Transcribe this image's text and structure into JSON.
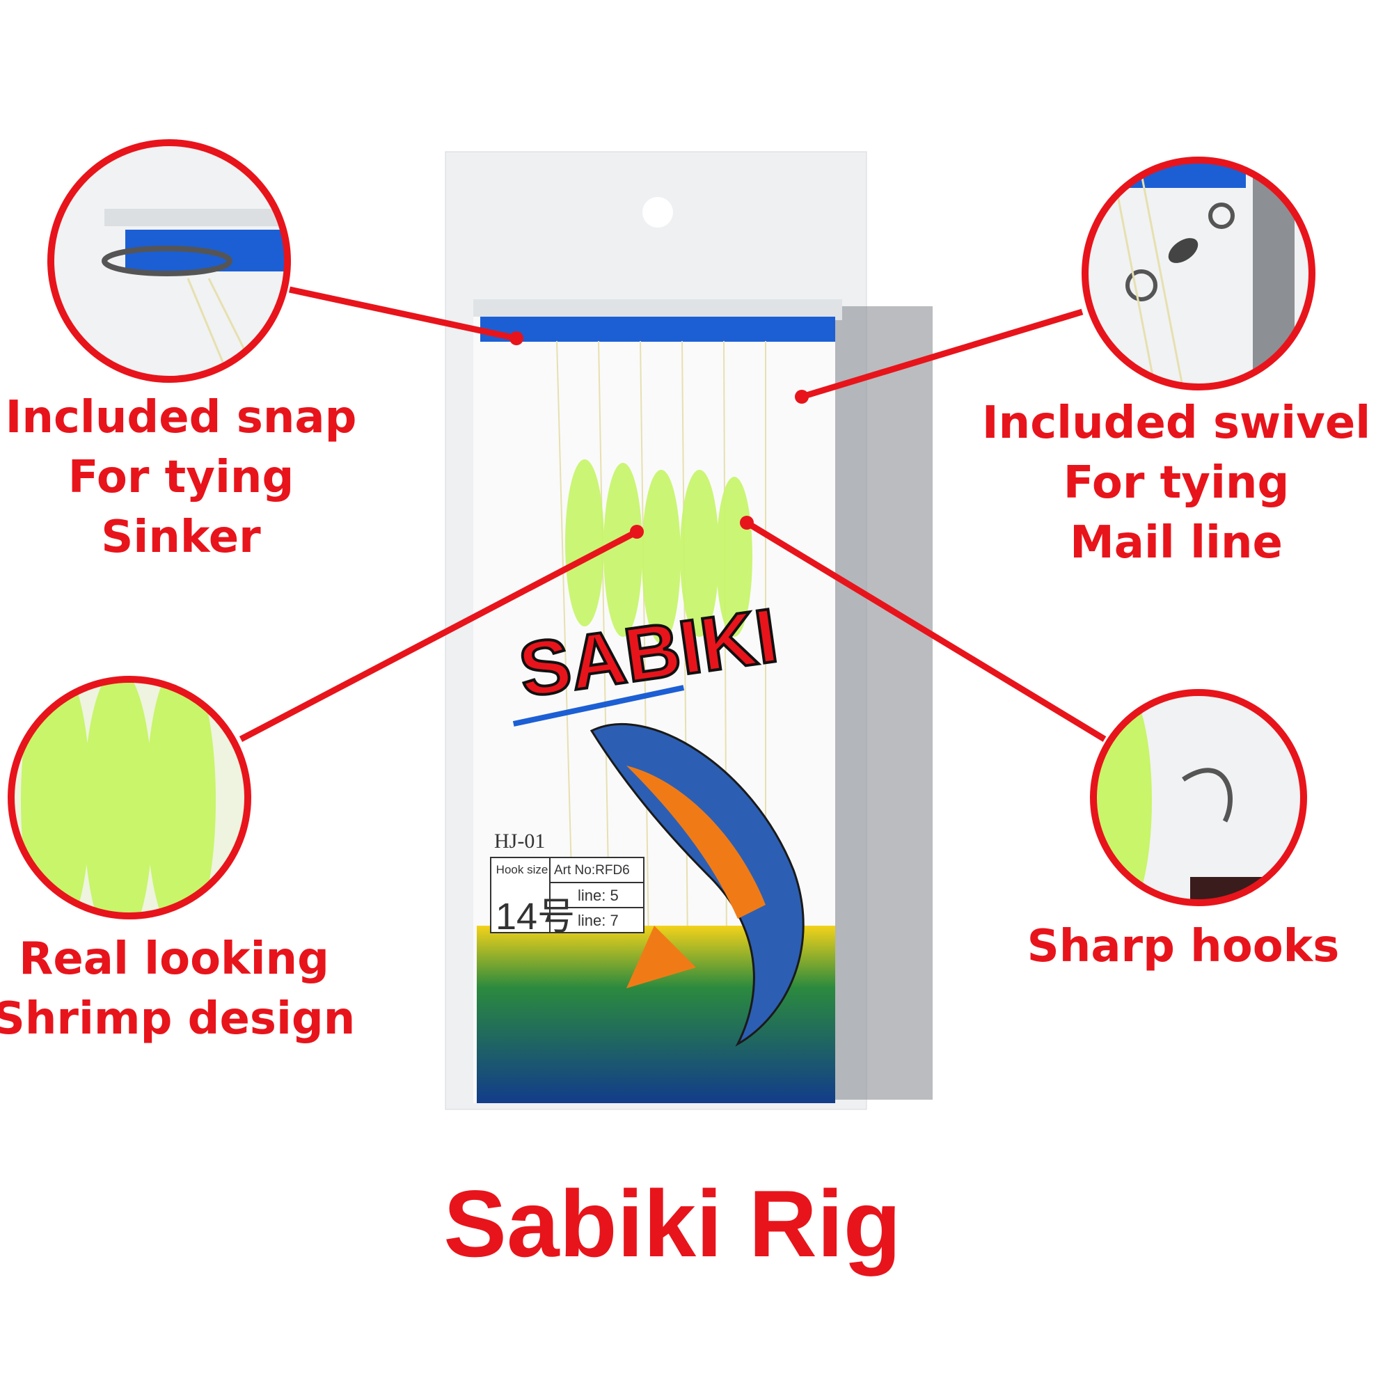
{
  "title": "Sabiki Rig",
  "callouts": [
    {
      "id": "snap",
      "lines": [
        "Included snap",
        "For tying",
        "Sinker"
      ]
    },
    {
      "id": "swivel",
      "lines": [
        "Included swivel",
        "For tying",
        "Mail line"
      ]
    },
    {
      "id": "shrimp",
      "lines": [
        "Real looking",
        "Shrimp design"
      ]
    },
    {
      "id": "hooks",
      "lines": [
        "Sharp hooks"
      ]
    }
  ],
  "package": {
    "brand": "SABIKI",
    "model": "HJ-01",
    "hook_size_label": "Hook size",
    "art_no": "Art No:RFD6",
    "main_line": "line: 5",
    "branch_line": "line: 7",
    "hook_size": "14号"
  },
  "colors": {
    "accent": "#e8141b",
    "glow": "#c8f56a",
    "band": "#1c5fd4"
  }
}
